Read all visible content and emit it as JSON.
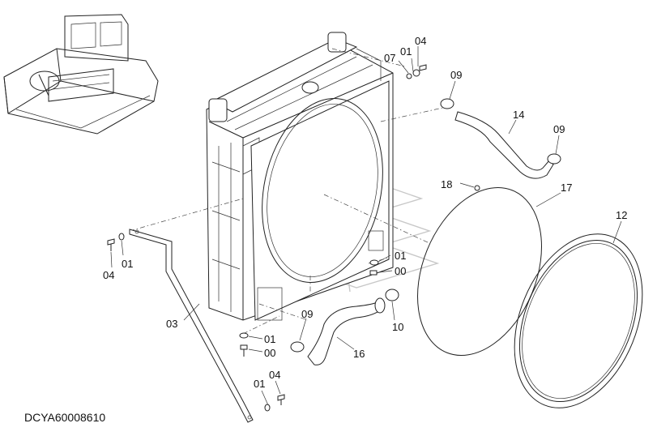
{
  "document_id": "DCYA60008610",
  "callouts": {
    "c04_top": "04",
    "c01_top": "01",
    "c07": "07",
    "c09_top": "09",
    "c14": "14",
    "c09_right": "09",
    "c18": "18",
    "c17": "17",
    "c12": "12",
    "c01_left": "01",
    "c04_left": "04",
    "c01_mid": "01",
    "c00_mid": "00",
    "c03": "03",
    "c09_bottom": "09",
    "c10": "10",
    "c01_low": "01",
    "c00_low": "00",
    "c16": "16",
    "c01_bot": "01",
    "c04_bot": "04"
  }
}
